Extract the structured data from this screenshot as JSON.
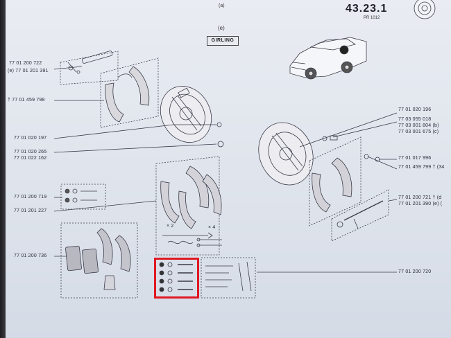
{
  "header": {
    "code": "43.23.1",
    "sub": "PR 1012",
    "panel_mark": "(a)"
  },
  "brand": {
    "mark": "(e)",
    "name": "GIRLING"
  },
  "left_labels": [
    "77 01 200 722",
    "(e) 77 01 201 391",
    "† 77 01 459 798",
    "77 01 020 197",
    "77 01 020 265",
    "77 01 022 162",
    "77 01 200 719",
    "77 01 201 227",
    "77 01 200 736"
  ],
  "right_labels": [
    "77 01 020 196",
    "77 03 055 018",
    "77 03 001 804 (b)",
    "77 03 001 675 (c)",
    "77 01 017 996",
    "77 01 459 799 † (34",
    "77 01 200 721 † (d",
    "77 01 201 390 (e) (",
    "77 01 200 720"
  ],
  "qty_labels": {
    "springs": "× 2",
    "pins": "× 4"
  },
  "colors": {
    "highlight": "#e01822",
    "ink": "#3a3a48",
    "paper": "#e6eaf1"
  }
}
